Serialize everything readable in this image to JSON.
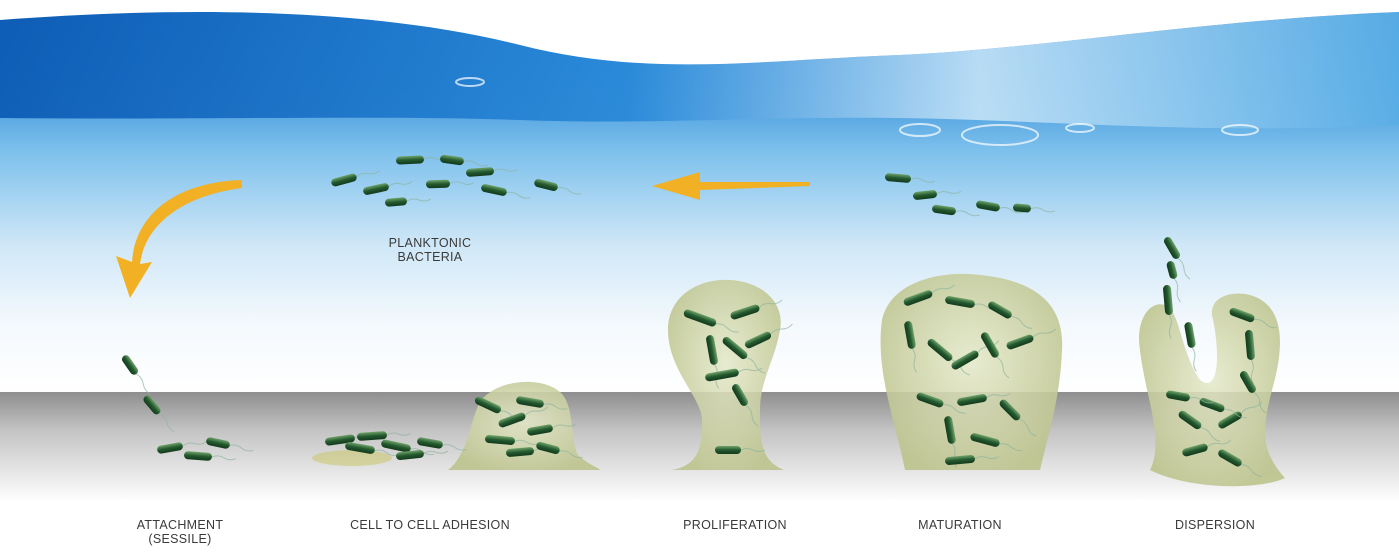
{
  "labels": {
    "planktonic": [
      "PLANKTONIC",
      "BACTERIA"
    ],
    "attachment": [
      "ATTACHMENT",
      "(SESSILE)"
    ],
    "adhesion": "CELL TO CELL ADHESION",
    "proliferation": "PROLIFERATION",
    "maturation": "MATURATION",
    "dispersion": "DISPERSION"
  },
  "colors": {
    "water_top": "#1a6fc4",
    "water_mid": "#8cc7ec",
    "arrow": "#f2b024",
    "biofilm": "#c9cfa0",
    "bacteria": "#2f6a3c",
    "surface": "#9a9a9a"
  }
}
